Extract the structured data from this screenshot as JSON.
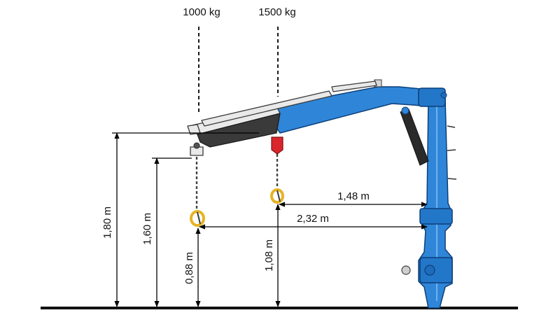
{
  "loads": {
    "outer": "1000 kg",
    "inner": "1500 kg"
  },
  "dimensions": {
    "boom_height": "1,80 m",
    "outer_tip_height": "1,60 m",
    "outer_hook_height": "0,88 m",
    "inner_hook_height": "1,08 m",
    "inner_reach": "1,48 m",
    "outer_reach": "2,32 m"
  },
  "colors": {
    "crane_blue": "#2f86d8",
    "crane_outline": "#0d3f78",
    "hook_inner_top": "#d9262c",
    "hook_yellow": "#e6b325",
    "ground": "#111111"
  }
}
